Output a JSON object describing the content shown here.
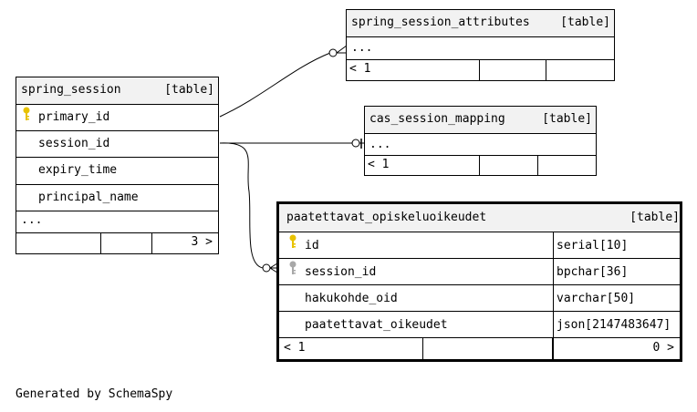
{
  "tables": {
    "spring_session": {
      "name": "spring_session",
      "kind": "[table]",
      "columns": [
        "primary_id",
        "session_id",
        "expiry_time",
        "principal_name"
      ],
      "more": "...",
      "footer_right": "3 >"
    },
    "spring_session_attributes": {
      "name": "spring_session_attributes",
      "kind": "[table]",
      "more": "...",
      "footer_left": "< 1"
    },
    "cas_session_mapping": {
      "name": "cas_session_mapping",
      "kind": "[table]",
      "more": "...",
      "footer_left": "< 1"
    },
    "paatettavat_opiskeluoikeudet": {
      "name": "paatettavat_opiskeluoikeudet",
      "kind": "[table]",
      "columns": [
        {
          "name": "id",
          "type": "serial[10]"
        },
        {
          "name": "session_id",
          "type": "bpchar[36]"
        },
        {
          "name": "hakukohde_oid",
          "type": "varchar[50]"
        },
        {
          "name": "paatettavat_oikeudet",
          "type": "json[2147483647]"
        }
      ],
      "footer_left": "< 1",
      "footer_right": "0 >"
    }
  },
  "colors": {
    "primary_key": "#e8c200",
    "foreign_key": "#a8a8a8",
    "header_bg": "#f2f2f2"
  },
  "icons": {
    "primary_key": "key-icon",
    "foreign_key": "key-icon"
  },
  "footer": "Generated by SchemaSpy"
}
